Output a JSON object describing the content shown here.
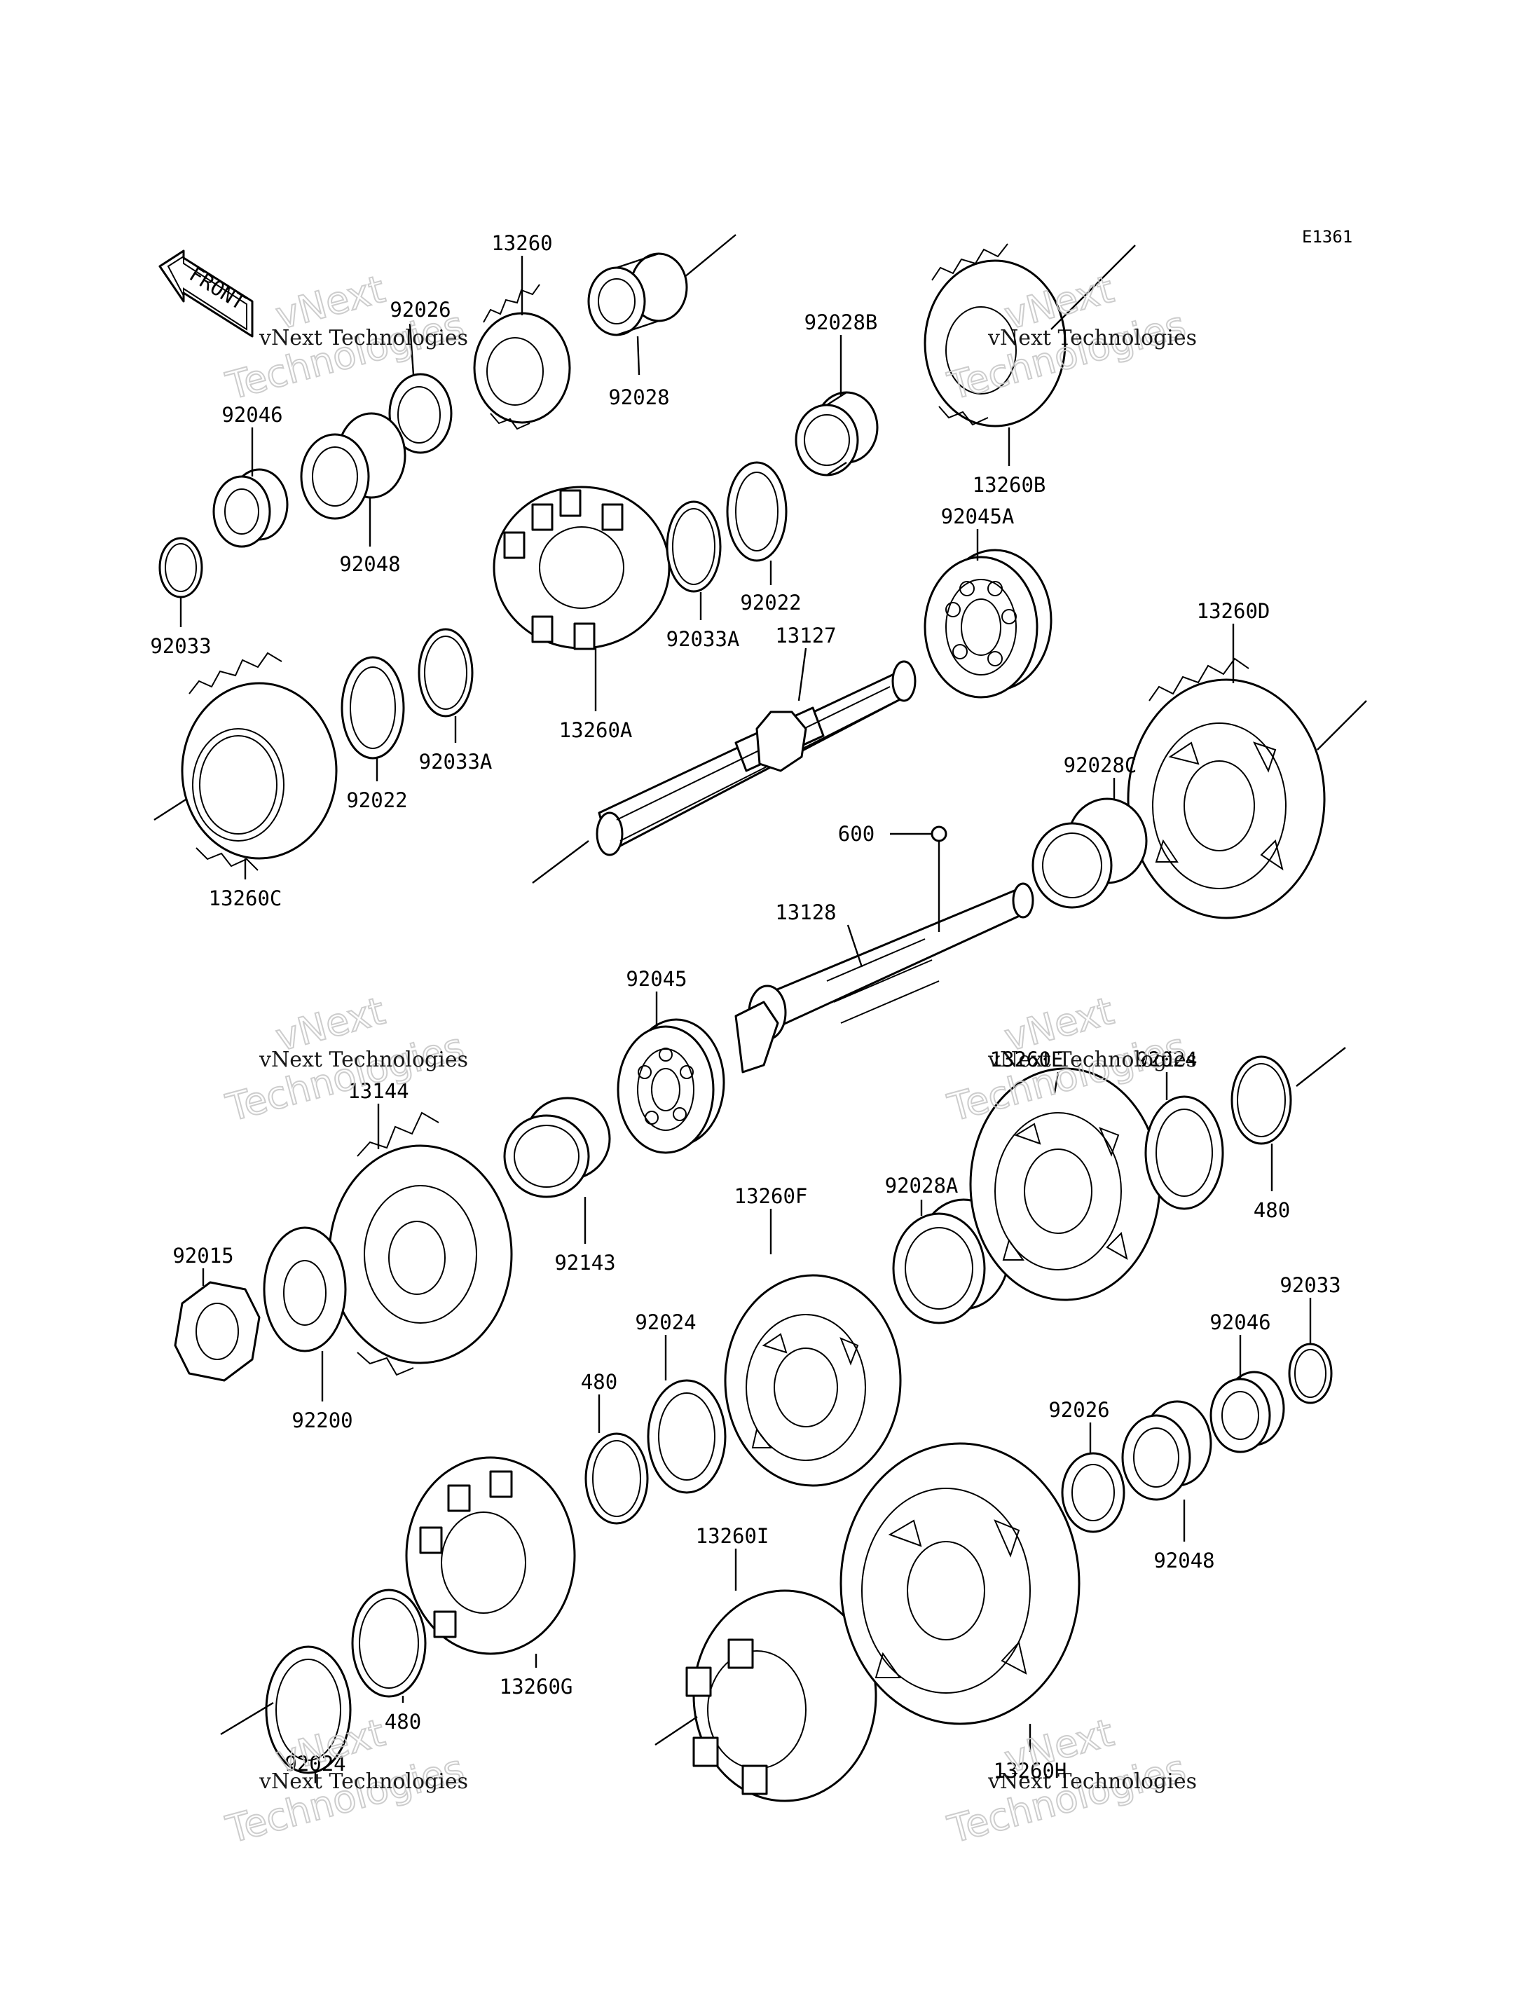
{
  "diagram_code": "E1361",
  "front_arrow_label": "FRONT",
  "watermark": {
    "line1": "vNext Technologies",
    "line2": "vNext",
    "line3": "Technologies"
  },
  "labels": {
    "p13260": "13260",
    "p92026_top": "92026",
    "p92028": "92028",
    "p92028B": "92028B",
    "p13260B": "13260B",
    "p92046_top": "92046",
    "p92048_top": "92048",
    "p92033_top": "92033",
    "p92033A_top": "92033A",
    "p92022_top": "92022",
    "p92045A": "92045A",
    "p13260A": "13260A",
    "p13127": "13127",
    "p13260D": "13260D",
    "p92022_mid": "92022",
    "p92033A_mid": "92033A",
    "p13260C": "13260C",
    "p92028C": "92028C",
    "p600": "600",
    "p13128": "13128",
    "p92045": "92045",
    "p92024_upper": "92024",
    "p13260E": "13260E",
    "p13144": "13144",
    "p480_right": "480",
    "p92143": "92143",
    "p92028A": "92028A",
    "p13260F": "13260F",
    "p92015": "92015",
    "p92200": "92200",
    "p92024_mid": "92024",
    "p480_mid": "480",
    "p92033_low": "92033",
    "p92046_low": "92046",
    "p92026_low": "92026",
    "p92048_low": "92048",
    "p13260I": "13260I",
    "p13260G": "13260G",
    "p480_low": "480",
    "p92024_low": "92024",
    "p13260H": "13260H"
  }
}
